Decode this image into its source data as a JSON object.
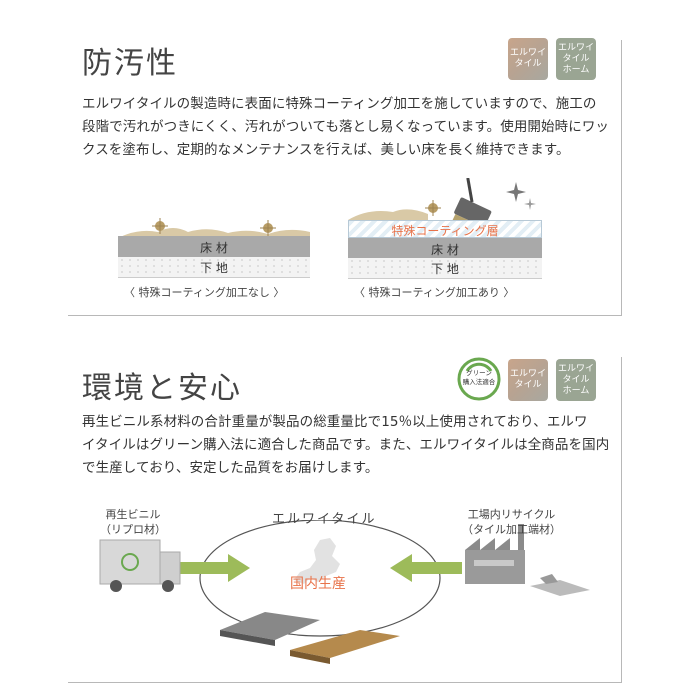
{
  "section1": {
    "title": "防汚性",
    "badges": {
      "tile": [
        "エルワイ",
        "タイル"
      ],
      "home": [
        "エルワイ",
        "タイル",
        "ホーム"
      ]
    },
    "paragraph_lines": [
      "エルワイタイルの製造時に表面に特殊コーティング加工を施していますので、施工の",
      "段階で汚れがつきにくく、汚れがついても落とし易くなっています。使用開始時にワッ",
      "クスを塗布し、定期的なメンテナンスを行えば、美しい床を長く維持できます。"
    ],
    "left_diagram": {
      "floor_label": "床 材",
      "base_label": "下 地",
      "caption": "〈 特殊コーティング加工なし 〉"
    },
    "right_diagram": {
      "coating_label": "特殊コーティング層",
      "floor_label": "床 材",
      "base_label": "下 地",
      "caption": "〈 特殊コーティング加工あり 〉"
    }
  },
  "section2": {
    "title": "環境と安心",
    "badges": {
      "green": [
        "グリーン",
        "購入法適合"
      ],
      "tile": [
        "エルワイ",
        "タイル"
      ],
      "home": [
        "エルワイ",
        "タイル",
        "ホーム"
      ]
    },
    "paragraph_lines": [
      "再生ビニル系材料の合計重量が製品の総重量比で15％以上使用されており、エルワ",
      "イタイルはグリーン購入法に適合した商品です。また、エルワイタイルは全商品を国内",
      "で生産しており、安定した品質をお届けします。"
    ],
    "left_source": [
      "再生ビニル",
      "（リプロ材）"
    ],
    "right_source": [
      "工場内リサイクル",
      "（タイル加工端材）"
    ],
    "center_label": "エルワイタイル",
    "domestic_label": "国内生産",
    "colors": {
      "arrow": "#9dbb5a",
      "domestic": "#e8734a",
      "coating": "#e8734a"
    }
  }
}
